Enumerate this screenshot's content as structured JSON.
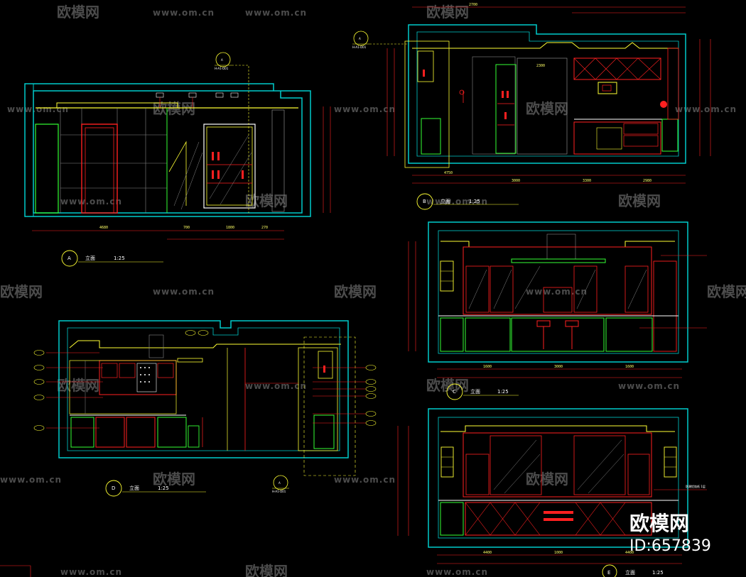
{
  "watermark": {
    "url": "www.om.cn",
    "logo_text": "欧模网"
  },
  "stamp": {
    "logo_text": "欧模网",
    "id_text": "ID:657839"
  },
  "elevations": [
    {
      "letter": "A",
      "label": "立面",
      "scale": "1:25"
    },
    {
      "letter": "B",
      "label": "立面",
      "scale": "1:25"
    },
    {
      "letter": "C",
      "label": "立面",
      "scale": "1:25"
    },
    {
      "letter": "D",
      "label": "立面",
      "scale": "1:25"
    },
    {
      "letter": "E",
      "label": "立面",
      "scale": "1:25"
    }
  ],
  "section_marks": [
    {
      "letter": "A",
      "code": "H-A1-D01"
    },
    {
      "letter": "A",
      "code": "H-A1-D01"
    },
    {
      "letter": "A",
      "code": "H-A1-D01"
    }
  ],
  "dimensions": {
    "a_bottom": [
      "4680",
      "700",
      "1800",
      "270"
    ],
    "b_top": [
      "2700",
      "2300"
    ],
    "b_bottom": [
      "4750",
      "3000",
      "3300",
      "2980"
    ],
    "c_bottom": [
      "1600",
      "3000",
      "1600"
    ],
    "e_bottom": [
      "4400",
      "1000",
      "4400"
    ]
  },
  "annotations": {
    "e_note": "防潮铝箔纸 1层"
  },
  "colors": {
    "background": "#000000",
    "wall": "#00cccc",
    "line_yellow": "#ffff33",
    "line_red": "#ff2020",
    "line_green": "#33ff33",
    "line_white": "#ffffff",
    "line_grey": "#888888"
  }
}
